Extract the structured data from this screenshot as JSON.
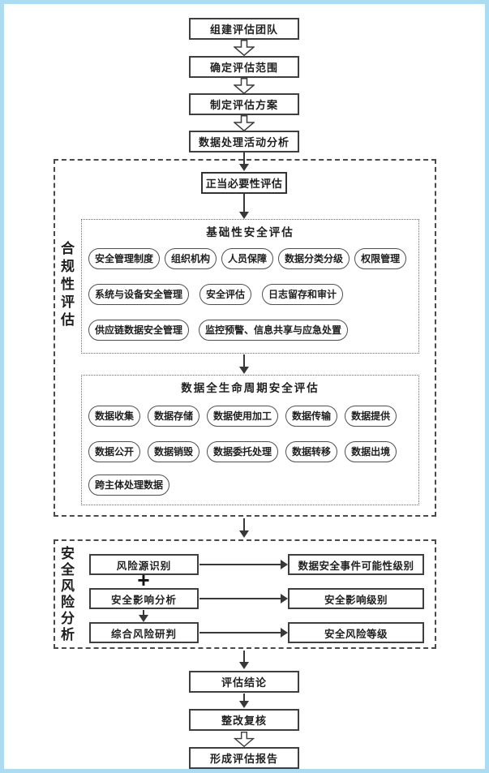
{
  "page": {
    "frame_color": "#abdcf2",
    "line_color": "#3f3f3f",
    "background": "#ffffff"
  },
  "top_flow": {
    "steps": [
      "组建评估团队",
      "确定评估范围",
      "制定评估方案",
      "数据处理活动分析"
    ]
  },
  "compliance": {
    "side_label": "合规性评估",
    "necessity_box": "正当必要性评估",
    "basic": {
      "title": "基础性安全评估",
      "rows": [
        [
          "安全管理制度",
          "组织机构",
          "人员保障",
          "数据分类分级",
          "权限管理"
        ],
        [
          "系统与设备安全管理",
          "安全评估",
          "日志留存和审计"
        ],
        [
          "供应链数据安全管理",
          "监控预警、信息共享与应急处置"
        ]
      ]
    },
    "lifecycle": {
      "title": "数据全生命周期安全评估",
      "rows": [
        [
          "数据收集",
          "数据存储",
          "数据使用加工",
          "数据传输",
          "数据提供"
        ],
        [
          "数据公开",
          "数据销毁",
          "数据委托处理",
          "数据转移",
          "数据出境"
        ],
        [
          "跨主体处理数据"
        ]
      ]
    }
  },
  "risk": {
    "side_label": "安全风险分析",
    "plus": "+",
    "rows": [
      {
        "left": "风险源识别",
        "right": "数据安全事件可能性级别"
      },
      {
        "left": "安全影响分析",
        "right": "安全影响级别"
      },
      {
        "left": "综合风险研判",
        "right": "安全风险等级"
      }
    ]
  },
  "bottom_flow": {
    "steps": [
      "评估结论",
      "整改复核",
      "形成评估报告"
    ]
  }
}
